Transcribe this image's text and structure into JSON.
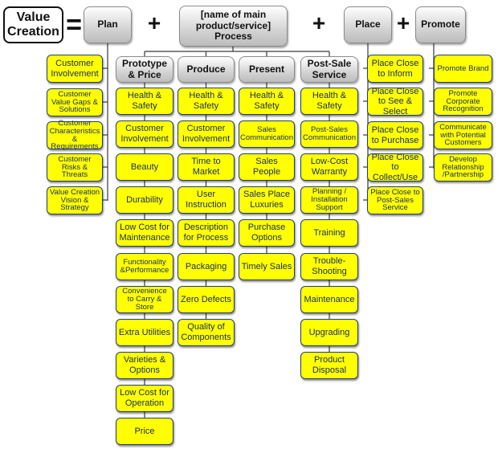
{
  "title": "Value Creation",
  "operators": {
    "equals": "=",
    "plus": "+"
  },
  "headers": {
    "plan": "Plan",
    "process": "[name of main product/service] Process",
    "place": "Place",
    "promote": "Promote"
  },
  "plan_items": [
    "Customer Involvement",
    "Customer Value Gaps & Solutions",
    "Customer Characteristics & Requirements",
    "Customer Risks & Threats",
    "Value Creation Vision & Strategy"
  ],
  "process_columns": [
    {
      "header": "Prototype & Price",
      "items": [
        "Health & Safety",
        "Customer Involvement",
        "Beauty",
        "Durability",
        "Low Cost for Maintenance",
        "Functionality &Performance",
        "Convenience to Carry & Store",
        "Extra Utilities",
        "Varieties & Options",
        "Low Cost for Operation",
        "Price"
      ]
    },
    {
      "header": "Produce",
      "items": [
        "Health & Safety",
        "Customer Involvement",
        "Time to Market",
        "User Instruction",
        "Description for Process",
        "Packaging",
        "Zero Defects",
        "Quality of Components"
      ]
    },
    {
      "header": "Present",
      "items": [
        "Health & Safety",
        "Sales Communication",
        "Sales People",
        "Sales Place Luxuries",
        "Purchase Options",
        "Timely Sales"
      ]
    },
    {
      "header": "Post-Sale Service",
      "items": [
        "Health & Safety",
        "Post-Sales Communication",
        "Low-Cost Warranty",
        "Planning / Installation Support",
        "Training",
        "Trouble-Shooting",
        "Maintenance",
        "Upgrading",
        "Product Disposal"
      ]
    }
  ],
  "place_items": [
    "Place Close to Inform",
    "Place Close to See & Select",
    "Place Close to Purchase",
    "Place Close to Collect/Use",
    "Place Close to Post-Sales Service"
  ],
  "promote_items": [
    "Promote Brand",
    "Promote Corporate Recognition",
    "Communicate with Potential Customers",
    "Develop Relationship /Partnership"
  ]
}
